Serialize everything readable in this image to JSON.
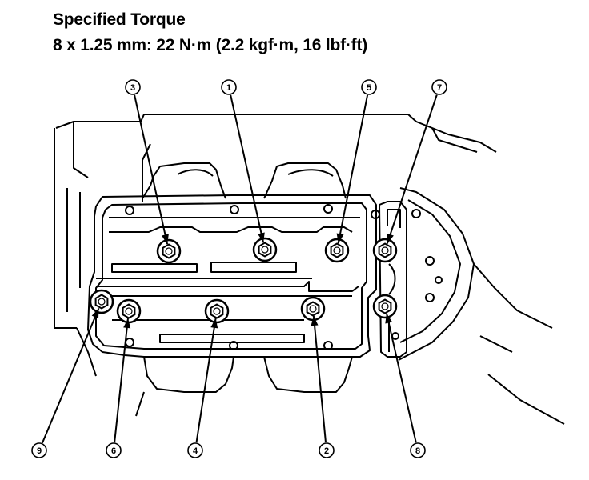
{
  "heading": {
    "title": "Specified Torque",
    "spec": "8 x 1.25 mm: 22 N·m (2.2 kgf·m, 16 lbf·ft)"
  },
  "callouts": [
    "3",
    "1",
    "5",
    "7",
    "9",
    "6",
    "4",
    "2",
    "8"
  ],
  "colors": {
    "ink": "#000000",
    "paper": "#ffffff"
  }
}
